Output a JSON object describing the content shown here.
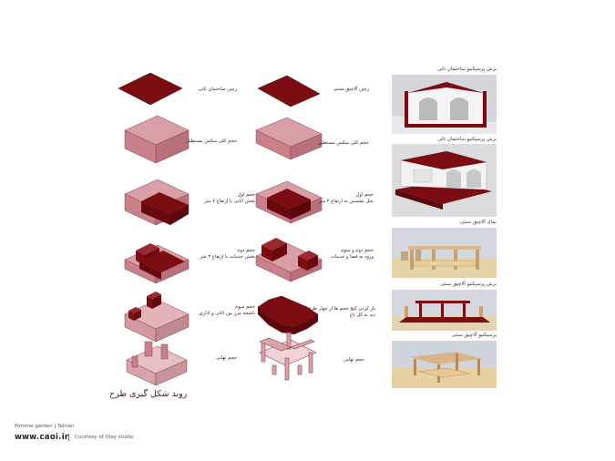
{
  "colors": {
    "dark_mass": "#7a0c12",
    "light_mass": "#c98088",
    "outline": "#4a1010"
  },
  "left_column": [
    {
      "label": "زمین ساختمان نائی"
    },
    {
      "label": "حجم کلی منکس مستطیل"
    },
    {
      "label": "حجم اول\nبخش اثانی با ارتفاع ۷ متر"
    },
    {
      "label": "حجم دوم\nبخش خدمات با ارتفاع ۳ متر"
    },
    {
      "label": "حجم سوم\nباشجه مرز بین اثانی و اداری"
    },
    {
      "label": "حجم نهایی"
    }
  ],
  "middle_column": [
    {
      "label": "زمین آلاچیق سنتی"
    },
    {
      "label": "حجم کلی منکس مستطیل"
    },
    {
      "label": "حجم اول\nبحل نشستن به ارتفاع ۲ متر"
    },
    {
      "label": "حجم دوم و سوم\nورود به فضا و خدمات"
    },
    {
      "label": "باز کردن کنج حجم ها از چهار طرف\nدید به کل باغ"
    },
    {
      "label": "حجم نهایی"
    }
  ],
  "right_column": [
    {
      "title": "برش پرسپکتیو ساختمان نائی"
    },
    {
      "title": "برش پرسپکتیو ساختمان نائی"
    },
    {
      "title": "نمای آلاچیق سنتی"
    },
    {
      "title": "برش پرسپکتیو آلاچیق سنتی"
    },
    {
      "title": "پرسپکتیو آلاچیق سنتی"
    }
  ],
  "caption": "روند شکل گیری طرح",
  "footer": {
    "project": "Pomme garden | Tehran",
    "website": "www.caoi.ir",
    "separator": "|",
    "credit": "Courtesy of Olay studio"
  }
}
